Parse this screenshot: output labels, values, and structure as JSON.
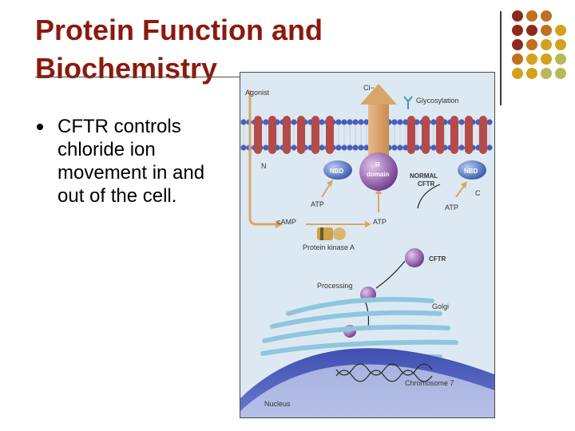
{
  "slide": {
    "title_line1": "Protein Function and",
    "title_line2": "Biochemistry",
    "bullets": [
      {
        "text": "CFTR controls chloride ion movement in and out of the cell."
      }
    ]
  },
  "figure": {
    "labels": {
      "agonist": "Agonist",
      "cl": "Cl−",
      "glycosylation": "Glycosylation",
      "n": "N",
      "nbd_left": "NBD",
      "r_domain_1": "R",
      "r_domain_2": "domain",
      "normal_1": "NORMAL",
      "normal_2": "CFTR",
      "nbd_right": "NBD",
      "c": "C",
      "atp_1": "ATP",
      "atp_2": "ATP",
      "atp_3": "ATP",
      "camp": "cAMP",
      "pka": "Protein kinase A",
      "cftr": "CFTR",
      "processing": "Processing",
      "golgi": "Golgi",
      "chromosome": "Chromosome 7",
      "nucleus": "Nucleus"
    }
  },
  "colors": {
    "title": "#8b1a0e",
    "figure_bg": "#dde9f2",
    "membrane_blue": "#4a5fb8",
    "helix_red": "#b54a4a",
    "arrow_tan": "#d9a56b",
    "nbd_blue": "#5c7ec8",
    "r_domain_purple": "#9a5fb0",
    "nucleus_blue": "#3f4fb0",
    "golgi_cyan": "#8fc6de"
  },
  "decor": {
    "dot_grid": [
      [
        "#8b2a1a",
        "#c0701e",
        "#c0701e",
        null
      ],
      [
        "#8b2a1a",
        "#8b2a1a",
        "#c0701e",
        "#d4a020"
      ],
      [
        "#8b2a1a",
        "#c0701e",
        "#d4a020",
        "#d4a020"
      ],
      [
        "#c0701e",
        "#d4a020",
        "#d4a020",
        "#b8b85a"
      ],
      [
        "#d4a020",
        "#d4a020",
        "#b8b85a",
        "#b8b85a"
      ]
    ]
  }
}
